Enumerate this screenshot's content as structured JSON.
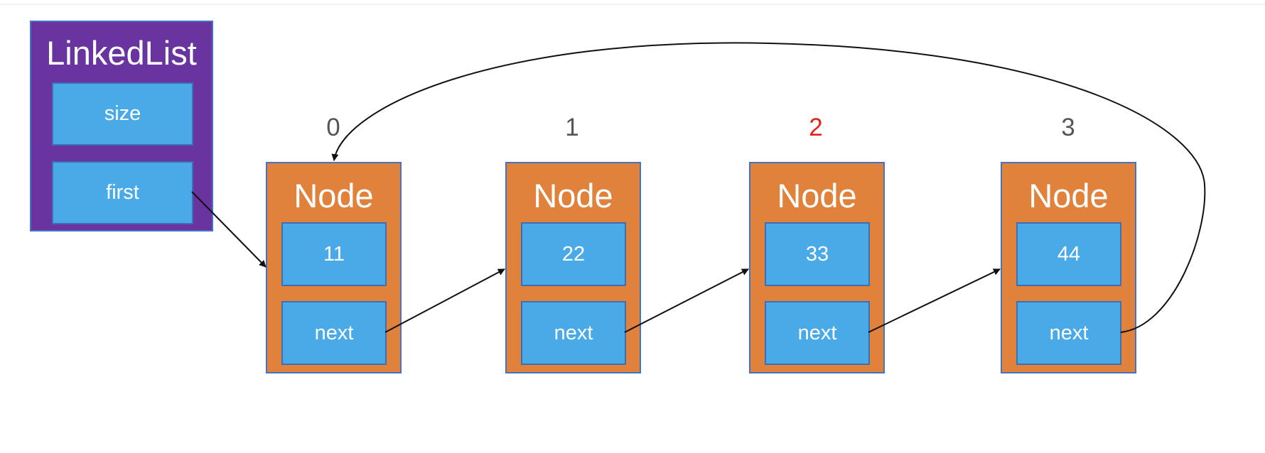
{
  "linked_list": {
    "title": "LinkedList",
    "fields": {
      "size": "size",
      "first": "first"
    }
  },
  "nodes": [
    {
      "index": "0",
      "title": "Node",
      "value": "11",
      "next_label": "next",
      "index_color": "#555555"
    },
    {
      "index": "1",
      "title": "Node",
      "value": "22",
      "next_label": "next",
      "index_color": "#555555"
    },
    {
      "index": "2",
      "title": "Node",
      "value": "33",
      "next_label": "next",
      "index_color": "#e0251b"
    },
    {
      "index": "3",
      "title": "Node",
      "value": "44",
      "next_label": "next",
      "index_color": "#555555"
    }
  ],
  "colors": {
    "linked_list_fill": "#6a34a0",
    "node_fill": "#e0813c",
    "field_fill": "#4aaae8",
    "border": "#4472c4",
    "highlight_index": "#e0251b"
  }
}
